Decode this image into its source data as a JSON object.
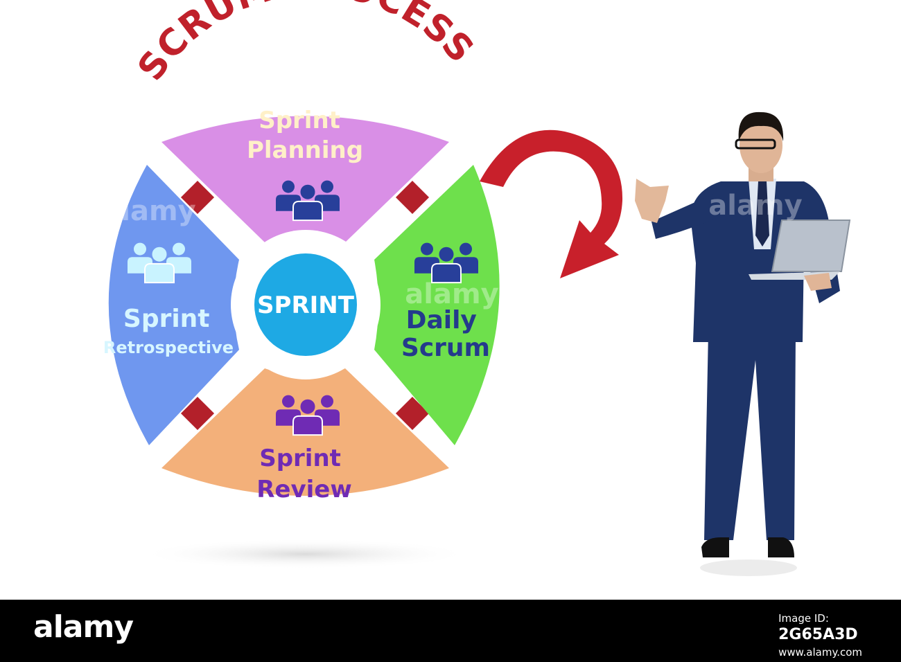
{
  "title": "SCRUM PROCESS",
  "center": {
    "label": "SPRINT"
  },
  "segments": [
    {
      "id": "planning",
      "lines": [
        "Sprint",
        "Planning"
      ],
      "fill": "#d98fe6",
      "text_color": "#fff0c8",
      "icon_color": "#283f9a"
    },
    {
      "id": "daily",
      "lines": [
        "Daily",
        "Scrum"
      ],
      "fill": "#6ee04c",
      "text_color": "#243a8c",
      "icon_color": "#283f9a"
    },
    {
      "id": "review",
      "lines": [
        "Sprint",
        "Review"
      ],
      "fill": "#f3b07a",
      "text_color": "#6f2bb4",
      "icon_color": "#6f2bb4"
    },
    {
      "id": "retro",
      "lines": [
        "Sprint",
        "Retrospective"
      ],
      "fill": "#6f97ef",
      "text_color": "#d7f6ff",
      "icon_color": "#c9f3ff"
    }
  ],
  "colors": {
    "title": "#c0212b",
    "arrow": "#c8202b",
    "connector": "#b3202a",
    "center_fill": "#1ea9e4",
    "center_ring": "#ffffff",
    "suit": "#1e3468"
  },
  "watermark": {
    "logo": "alamy",
    "image_id_label": "Image ID:",
    "image_id": "2G65A3D",
    "url": "www.alamy.com"
  }
}
